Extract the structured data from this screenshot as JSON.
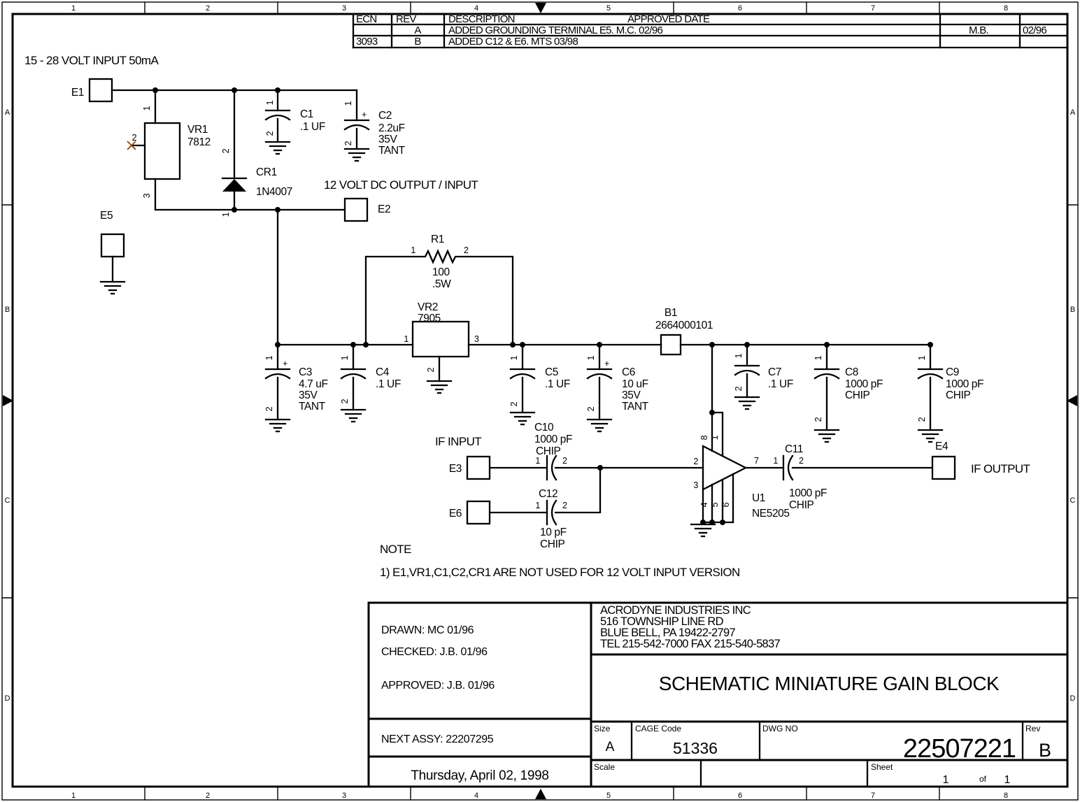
{
  "zones": {
    "cols": [
      "1",
      "2",
      "3",
      "4",
      "5",
      "6",
      "7",
      "8"
    ],
    "rows": [
      "A",
      "B",
      "C",
      "D"
    ]
  },
  "rev_table": {
    "ecn_header": "ECN",
    "rev_header": "REV",
    "desc_header": "DESCRIPTION",
    "approved_header": "APPROVED DATE",
    "rows": [
      {
        "ecn": "",
        "rev": "A",
        "desc": "ADDED GROUNDING TERMINAL E5. M.C. 02/96",
        "approved": "M.B.",
        "date": "02/96"
      },
      {
        "ecn": "3093",
        "rev": "B",
        "desc": "ADDED C12 & E6. MTS 03/98",
        "approved": "",
        "date": ""
      }
    ]
  },
  "schematic": {
    "power_input_label": "15 - 28 VOLT INPUT 50mA",
    "dc_output_label": "12 VOLT DC OUTPUT / INPUT",
    "if_input_label": "IF INPUT",
    "if_output_label": "IF OUTPUT",
    "note_title": "NOTE",
    "note_1": "1) E1,VR1,C1,C2,CR1 ARE NOT USED FOR 12 VOLT INPUT VERSION",
    "plus": "+",
    "pins": {
      "p1": "1",
      "p2": "2",
      "p3": "3",
      "p4": "4",
      "p5": "5",
      "p6": "6",
      "p7": "7",
      "p8": "8"
    },
    "e1": "E1",
    "e2": "E2",
    "e3": "E3",
    "e4": "E4",
    "e5": "E5",
    "e6": "E6",
    "vr1": {
      "ref": "VR1",
      "val": "7812"
    },
    "vr2": {
      "ref": "VR2",
      "val": "7905"
    },
    "cr1": {
      "ref": "CR1",
      "val": "1N4007"
    },
    "r1": {
      "ref": "R1",
      "val": "100",
      "watt": ".5W"
    },
    "b1": {
      "ref": "B1",
      "val": "2664000101"
    },
    "u1": {
      "ref": "U1",
      "val": "NE5205"
    },
    "c1": {
      "ref": "C1",
      "v1": ".1 UF"
    },
    "c2": {
      "ref": "C2",
      "v1": "2.2uF",
      "v2": "35V",
      "v3": "TANT"
    },
    "c3": {
      "ref": "C3",
      "v1": "4.7 uF",
      "v2": "35V",
      "v3": "TANT"
    },
    "c4": {
      "ref": "C4",
      "v1": ".1 UF"
    },
    "c5": {
      "ref": "C5",
      "v1": ".1 UF"
    },
    "c6": {
      "ref": "C6",
      "v1": "10 uF",
      "v2": "35V",
      "v3": "TANT"
    },
    "c7": {
      "ref": "C7",
      "v1": ".1 UF"
    },
    "c8": {
      "ref": "C8",
      "v1": "1000 pF",
      "v2": "CHIP"
    },
    "c9": {
      "ref": "C9",
      "v1": "1000 pF",
      "v2": "CHIP"
    },
    "c10": {
      "ref": "C10",
      "v1": "1000 pF",
      "v2": "CHIP"
    },
    "c11": {
      "ref": "C11",
      "v1": "1000 pF",
      "v2": "CHIP"
    },
    "c12": {
      "ref": "C12",
      "v1": "10 pF",
      "v2": "CHIP"
    }
  },
  "title_block": {
    "drawn": "DRAWN: MC 01/96",
    "checked": "CHECKED: J.B.  01/96",
    "approved": "APPROVED: J.B. 01/96",
    "next_assy": "NEXT ASSY: 22207295",
    "date": "Thursday, April 02, 1998",
    "company1": "ACRODYNE INDUSTRIES INC",
    "company2": "516 TOWNSHIP LINE RD",
    "company3": "BLUE BELL, PA 19422-2797",
    "company4": "TEL 215-542-7000 FAX 215-540-5837",
    "title": "SCHEMATIC MINIATURE GAIN BLOCK",
    "size_label": "Size",
    "size_value": "A",
    "cage_label": "CAGE Code",
    "cage_value": "51336",
    "dwg_label": "DWG NO",
    "dwg_value": "22507221",
    "rev_label": "Rev",
    "rev_value": "B",
    "scale_label": "Scale",
    "sheet_label": "Sheet",
    "sheet_num": "1",
    "sheet_of": "of",
    "sheet_total": "1"
  },
  "colors": {
    "ink": "#000000",
    "no_connect_x": "#8b4513"
  }
}
